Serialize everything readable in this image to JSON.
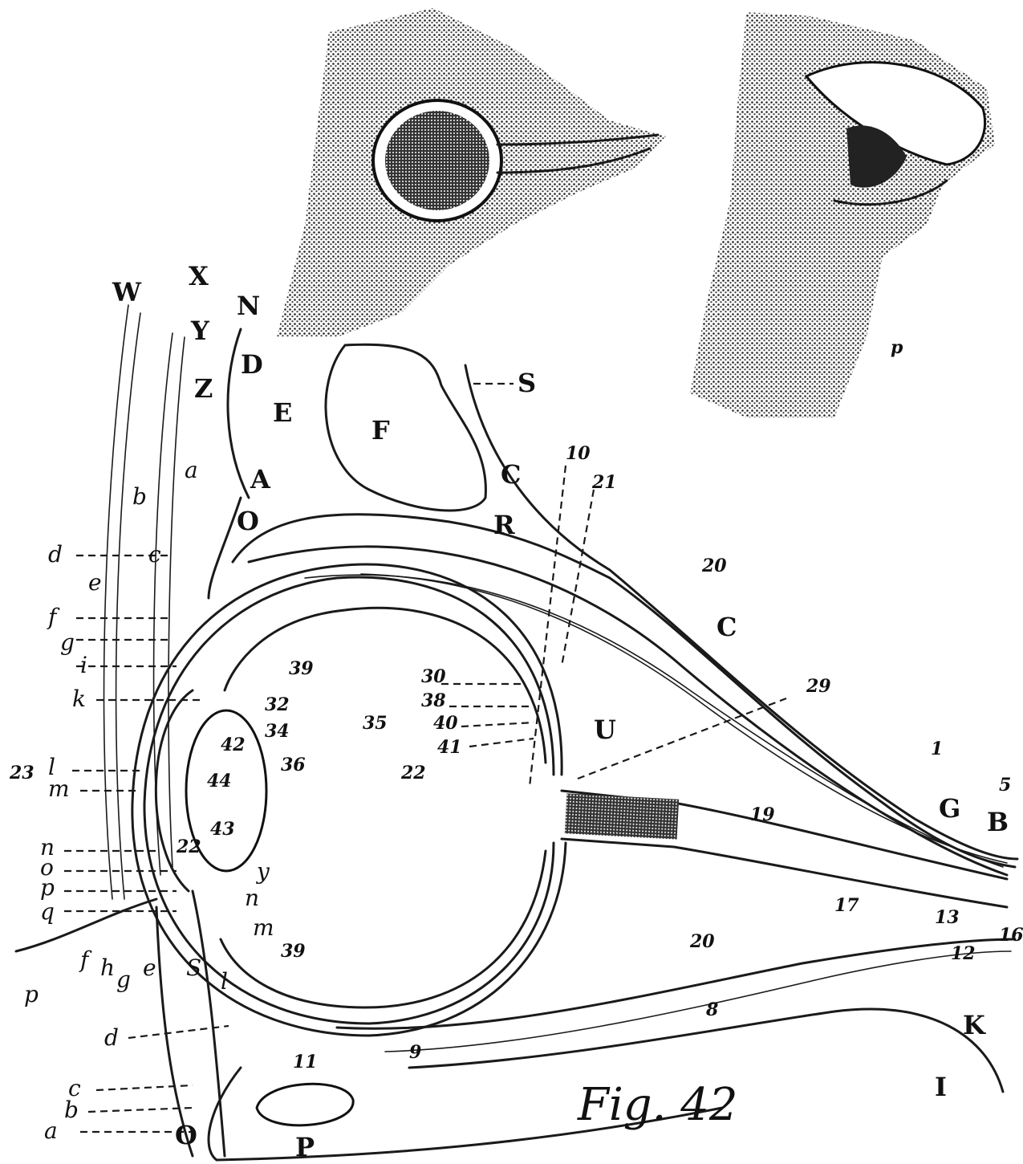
{
  "figure": {
    "caption": "Fig. 42",
    "upper_caps": [
      "W",
      "X",
      "Y",
      "Z",
      "N",
      "D",
      "E",
      "A",
      "F",
      "S",
      "C",
      "R",
      "C",
      "O"
    ],
    "right_caps": [
      "G",
      "B",
      "K",
      "I",
      "P",
      "O",
      "U"
    ],
    "left_letters": [
      "d",
      "e",
      "f",
      "g",
      "i",
      "k",
      "l",
      "m",
      "n",
      "o",
      "p",
      "q",
      "p",
      "d",
      "c",
      "b",
      "a"
    ],
    "inner_letters": [
      "b",
      "a",
      "c",
      "f",
      "h",
      "g",
      "e",
      "S",
      "l",
      "y",
      "n",
      "m"
    ],
    "numbers": [
      "10",
      "21",
      "20",
      "29",
      "39",
      "30",
      "38",
      "40",
      "41",
      "32",
      "34",
      "36",
      "35",
      "22",
      "23",
      "42",
      "44",
      "43",
      "39",
      "19",
      "17",
      "20",
      "13",
      "12",
      "16",
      "11",
      "9",
      "8",
      "1",
      "5",
      "22"
    ]
  }
}
